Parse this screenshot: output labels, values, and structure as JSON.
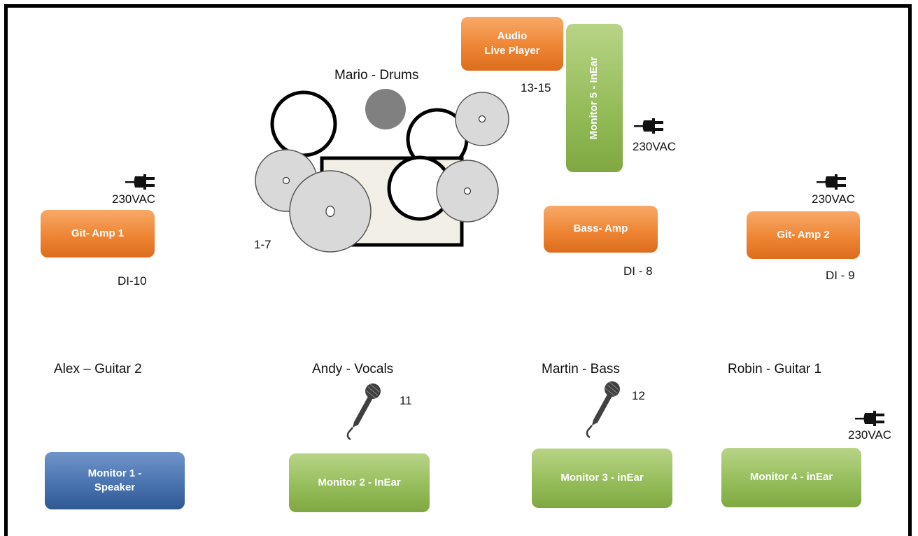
{
  "drums": {
    "title": "Mario - Drums",
    "channels": "1-7"
  },
  "audio_player": {
    "line1": "Audio",
    "line2": "Live Player",
    "channels": "13-15"
  },
  "monitor5": {
    "label": "Monitor 5 - InEar"
  },
  "power_labels": [
    "230VAC",
    "230VAC",
    "230VAC",
    "230VAC"
  ],
  "amps": {
    "git1": {
      "label": "Git- Amp 1",
      "di": "DI-10"
    },
    "bass": {
      "label": "Bass- Amp",
      "di": "DI - 8"
    },
    "git2": {
      "label": "Git- Amp 2",
      "di": "DI - 9"
    }
  },
  "musicians": {
    "alex": "Alex – Guitar 2",
    "andy": "Andy - Vocals",
    "martin": "Martin - Bass",
    "robin": "Robin - Guitar 1"
  },
  "mics": {
    "andy_channel": "11",
    "martin_channel": "12"
  },
  "monitors": {
    "m1_line1": "Monitor 1 -",
    "m1_line2": "Speaker",
    "m2": "Monitor 2 - InEar",
    "m3": "Monitor 3 - inEar",
    "m4": "Monitor 4 - inEar"
  },
  "colors": {
    "orange": "#ee8534",
    "green": "#93bb57",
    "blue": "#4a74b0"
  },
  "icons": [
    "power-plug-icon",
    "microphone-icon",
    "drum-kit-icon"
  ]
}
